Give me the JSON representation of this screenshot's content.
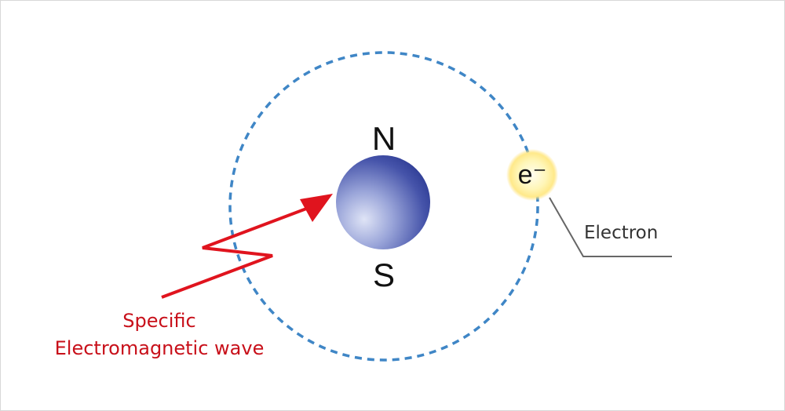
{
  "nucleus": {
    "north_label": "N",
    "south_label": "S"
  },
  "electron": {
    "symbol": "e⁻",
    "label": "Electron"
  },
  "wave": {
    "label_line1": "Specific",
    "label_line2": "Electromagnetic wave"
  },
  "colors": {
    "orbit": "#3f86c6",
    "wave": "#e0141e",
    "wave_text": "#c8101a",
    "nucleus_light": "#c9d0ec",
    "nucleus_dark": "#27358e",
    "electron_glow": "#fff3a8",
    "callout_line": "#666666"
  },
  "icons": {
    "nucleus": "sphere-magnet",
    "electron": "glowing-particle",
    "wave": "zigzag-arrow"
  }
}
